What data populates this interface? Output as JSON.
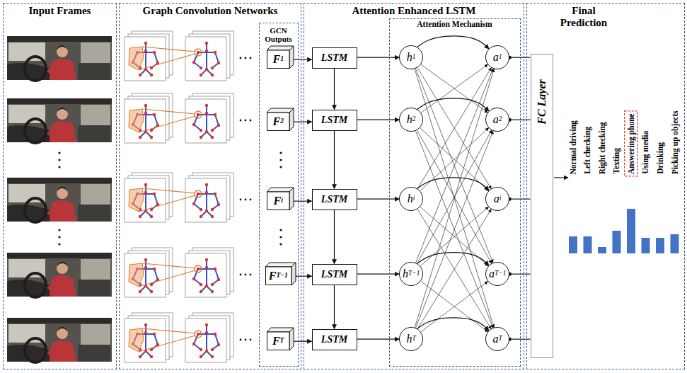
{
  "diagram": {
    "nodes": [
      {
        "text": [
          "Input Frames"
        ]
      },
      {
        "text": [
          "Graph Convolution Networks"
        ]
      },
      {
        "text": [
          "GCN Outputs"
        ],
        "in": 1
      },
      {
        "text": [
          "F",
          "1"
        ],
        "in": 2
      },
      {
        "text": [
          "F",
          "2"
        ],
        "in": 2
      },
      {
        "text": [
          "F",
          "i"
        ],
        "in": 2
      },
      {
        "text": [
          "F",
          "T−1"
        ],
        "in": 2
      },
      {
        "text": [
          "F",
          "T"
        ],
        "in": 2
      },
      {
        "text": [
          "Attention Enhanced LSTM"
        ]
      },
      {
        "text": [
          "LSTM"
        ],
        "in": 8
      },
      {
        "text": [
          "LSTM"
        ],
        "in": 8
      },
      {
        "text": [
          "LSTM"
        ],
        "in": 8
      },
      {
        "text": [
          "LSTM"
        ],
        "in": 8
      },
      {
        "text": [
          "LSTM"
        ],
        "in": 8
      },
      {
        "text": [
          "Attention Mechanism"
        ],
        "in": 8
      },
      {
        "text": [
          "h",
          "1"
        ],
        "in": 14
      },
      {
        "text": [
          "h",
          "2"
        ],
        "in": 14
      },
      {
        "text": [
          "h",
          "i"
        ],
        "in": 14
      },
      {
        "text": [
          "h",
          "T−1"
        ],
        "in": 14
      },
      {
        "text": [
          "h",
          "T"
        ],
        "in": 14
      },
      {
        "text": [
          "a",
          "1"
        ],
        "in": 14
      },
      {
        "text": [
          "a",
          "2"
        ],
        "in": 14
      },
      {
        "text": [
          "a",
          "i"
        ],
        "in": 14
      },
      {
        "text": [
          "a",
          "T−1"
        ],
        "in": 14
      },
      {
        "text": [
          "a",
          "T"
        ],
        "in": 14
      },
      {
        "text": [
          "Final Prediction"
        ]
      },
      {
        "text": [
          "FC Layer"
        ],
        "in": 25
      }
    ],
    "edges": [
      {
        "from": 3,
        "to": 9,
        "arrow": "to"
      },
      {
        "from": 4,
        "to": 10,
        "arrow": "to"
      },
      {
        "from": 5,
        "to": 11,
        "arrow": "to"
      },
      {
        "from": 6,
        "to": 12,
        "arrow": "to"
      },
      {
        "from": 7,
        "to": 13,
        "arrow": "to"
      },
      {
        "from": 9,
        "to": 10,
        "arrow": "to"
      },
      {
        "from": 10,
        "to": 11,
        "arrow": "to"
      },
      {
        "from": 11,
        "to": 12,
        "arrow": "to"
      },
      {
        "from": 12,
        "to": 13,
        "arrow": "to"
      },
      {
        "from": 9,
        "to": 15,
        "arrow": "to"
      },
      {
        "from": 10,
        "to": 16,
        "arrow": "to"
      },
      {
        "from": 11,
        "to": 17,
        "arrow": "to"
      },
      {
        "from": 12,
        "to": 18,
        "arrow": "to"
      },
      {
        "from": 13,
        "to": 19,
        "arrow": "to"
      },
      {
        "from": 15,
        "to": 20,
        "arrow": "to"
      },
      {
        "from": 15,
        "to": 21,
        "arrow": "to"
      },
      {
        "from": 15,
        "to": 22,
        "arrow": "to"
      },
      {
        "from": 15,
        "to": 23,
        "arrow": "to"
      },
      {
        "from": 15,
        "to": 24,
        "arrow": "to"
      },
      {
        "from": 16,
        "to": 20,
        "arrow": "to"
      },
      {
        "from": 16,
        "to": 21,
        "arrow": "to"
      },
      {
        "from": 16,
        "to": 22,
        "arrow": "to"
      },
      {
        "from": 16,
        "to": 23,
        "arrow": "to"
      },
      {
        "from": 16,
        "to": 24,
        "arrow": "to"
      },
      {
        "from": 17,
        "to": 20,
        "arrow": "to"
      },
      {
        "from": 17,
        "to": 21,
        "arrow": "to"
      },
      {
        "from": 17,
        "to": 22,
        "arrow": "to"
      },
      {
        "from": 17,
        "to": 23,
        "arrow": "to"
      },
      {
        "from": 17,
        "to": 24,
        "arrow": "to"
      },
      {
        "from": 18,
        "to": 20,
        "arrow": "to"
      },
      {
        "from": 18,
        "to": 21,
        "arrow": "to"
      },
      {
        "from": 18,
        "to": 22,
        "arrow": "to"
      },
      {
        "from": 18,
        "to": 23,
        "arrow": "to"
      },
      {
        "from": 18,
        "to": 24,
        "arrow": "to"
      },
      {
        "from": 19,
        "to": 20,
        "arrow": "to"
      },
      {
        "from": 19,
        "to": 21,
        "arrow": "to"
      },
      {
        "from": 19,
        "to": 22,
        "arrow": "to"
      },
      {
        "from": 19,
        "to": 23,
        "arrow": "to"
      },
      {
        "from": 19,
        "to": 24,
        "arrow": "to"
      },
      {
        "from": 20,
        "to": 26,
        "arrow": "none"
      },
      {
        "from": 21,
        "to": 26,
        "arrow": "none"
      },
      {
        "from": 22,
        "to": 26,
        "arrow": "none"
      },
      {
        "from": 23,
        "to": 26,
        "arrow": "none"
      },
      {
        "from": 24,
        "to": 26,
        "arrow": "none"
      }
    ],
    "labels": [
      "Normal driving",
      "Left checking",
      "Right checking",
      "Texting",
      "Answering phone",
      "Using media",
      "Drinking",
      "Picking up objects"
    ]
  }
}
